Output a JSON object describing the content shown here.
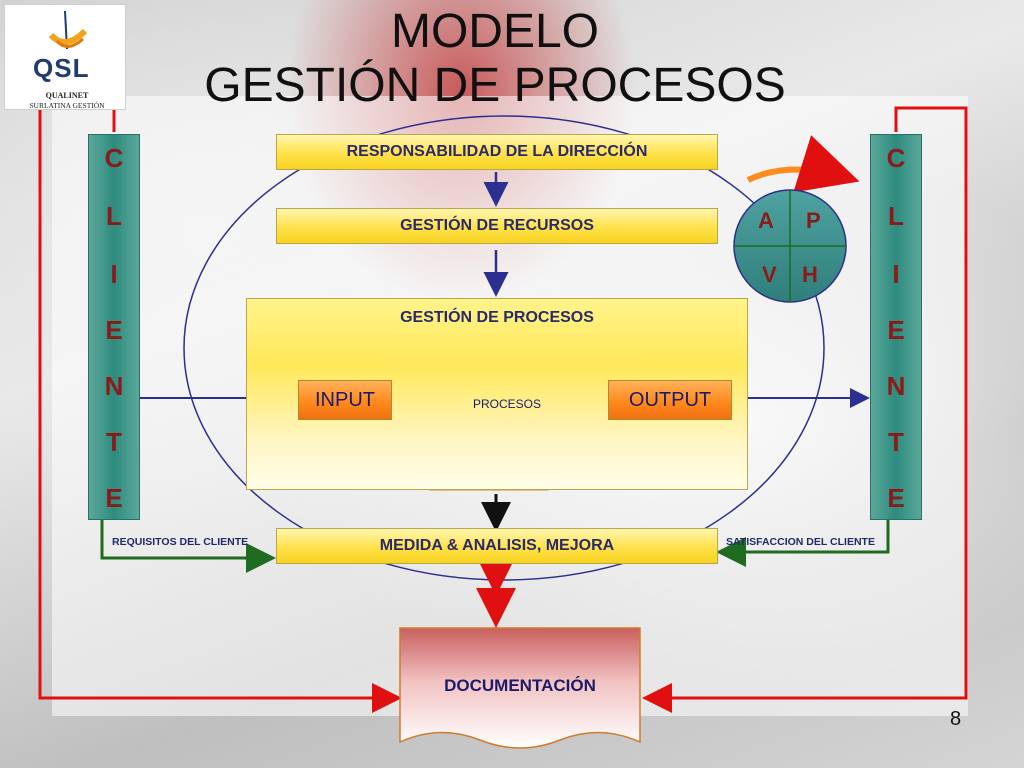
{
  "title": {
    "line1": "MODELO",
    "line2": "GESTIÓN DE PROCESOS"
  },
  "logo": {
    "mark": "QSL",
    "line1": "QUALINET",
    "line2": "SURLATINA GESTIÓN"
  },
  "cliente_letters": [
    "C",
    "L",
    "I",
    "E",
    "N",
    "T",
    "E"
  ],
  "boxes": {
    "responsabilidad": "RESPONSABILIDAD DE LA DIRECCIÓN",
    "recursos": "GESTIÓN DE RECURSOS",
    "procesos_container": "GESTIÓN DE PROCESOS",
    "input": "INPUT",
    "procesos": "PROCESOS",
    "output": "OUTPUT",
    "medida": "MEDIDA & ANALISIS, MEJORA",
    "documentacion": "DOCUMENTACIÓN"
  },
  "pdca": {
    "a": "A",
    "p": "P",
    "v": "V",
    "h": "H"
  },
  "labels": {
    "requisitos": "REQUISITOS DEL CLIENTE",
    "satisfaccion": "SATISFACCION DEL CLIENTE"
  },
  "page_number": "8",
  "colors": {
    "cliente_fill": "#2f8b7f",
    "cliente_letter": "#8a1b1b",
    "yellow_bar": "#ffe14a",
    "orange_box": "#ff8a1e",
    "red_line": "#e01010",
    "blue_line": "#2b2f8f",
    "green_line": "#1f6b1f",
    "ellipse": "#2b2f8f"
  }
}
